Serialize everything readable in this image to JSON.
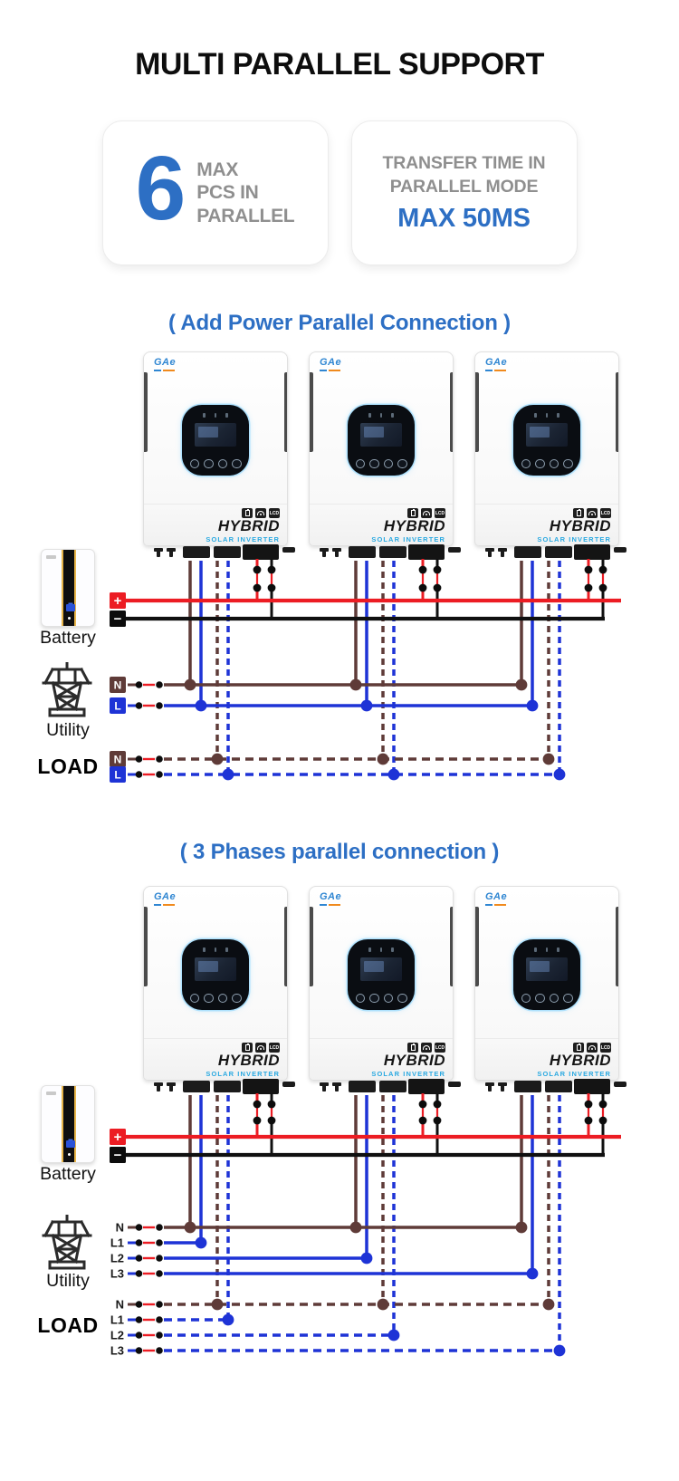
{
  "header": {
    "title": "MULTI PARALLEL SUPPORT"
  },
  "cards": {
    "max_pcs": {
      "number": "6",
      "lines": [
        "MAX",
        "PCS IN",
        "PARALLEL"
      ]
    },
    "transfer": {
      "lines": [
        "TRANSFER TIME IN",
        "PARALLEL MODE"
      ],
      "highlight": "MAX 50MS"
    }
  },
  "inverter": {
    "brand": "GAe",
    "model": "HYBRID",
    "model_sub": "SOLAR INVERTER",
    "lcd_badge": "LCD"
  },
  "terminals": {
    "plus": "+",
    "minus": "−"
  },
  "diagram1": {
    "title": "( Add Power Parallel Connection )",
    "battery_label": "Battery",
    "utility_label": "Utility",
    "load_label": "LOAD",
    "utility_lines": [
      "N",
      "L"
    ],
    "load_lines": [
      "N",
      "L"
    ]
  },
  "diagram2": {
    "title": "( 3 Phases parallel connection )",
    "battery_label": "Battery",
    "utility_label": "Utility",
    "load_label": "LOAD",
    "utility_lines": [
      "N",
      "L1",
      "L2",
      "L3"
    ],
    "load_lines": [
      "N",
      "L1",
      "L2",
      "L3"
    ]
  },
  "colors": {
    "accent_blue": "#2d6fc4",
    "solar_blue": "#2aa9e1",
    "gray_text": "#8f8f8f",
    "wire_red": "#ec1c23",
    "wire_black": "#101010",
    "wire_brown": "#5f3b38",
    "wire_blue": "#1e33d6"
  }
}
